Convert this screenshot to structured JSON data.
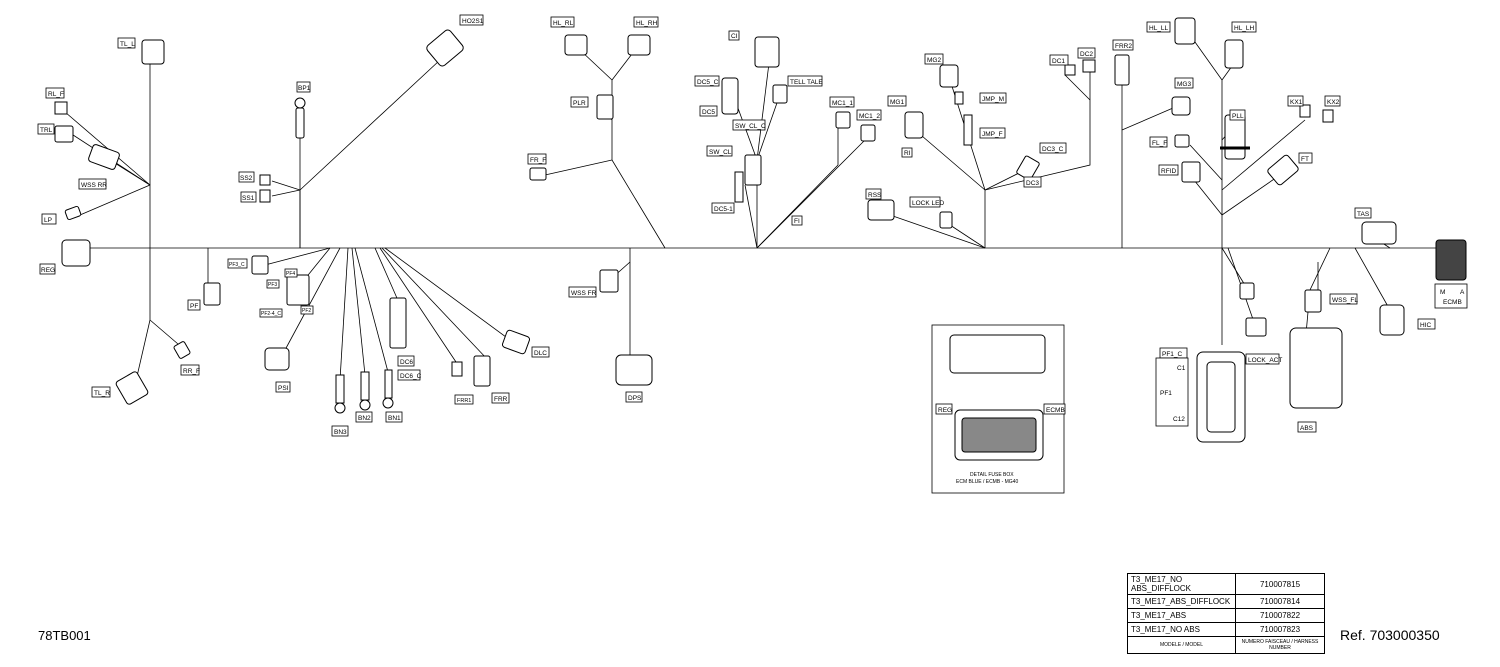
{
  "figure_code": "78TB001",
  "reference": {
    "label": "Ref.",
    "number": "703000350"
  },
  "connectors": {
    "tl_l": "TL_L",
    "rl_f": "RL_F",
    "trl": "TRL",
    "wss_rr": "WSS RR",
    "lp": "LP",
    "reg": "REG",
    "pf": "PF",
    "rr_f": "RR_F",
    "tl_r": "TL_R",
    "ho2s1": "HO2S1",
    "bp1": "BP1",
    "ss2": "SS2",
    "ss1": "SS1",
    "pf3_c": "PF3_C",
    "pf4": "PF4",
    "pf3": "PF3",
    "pf2_4_c": "PF2-4_C",
    "pf2": "PF2",
    "psi": "PSI",
    "bn3": "BN3",
    "bn2": "BN2",
    "bn1": "BN1",
    "dc6": "DC6",
    "dc6_c": "DC6_C",
    "frr1": "FRR1",
    "frr": "FRR",
    "dlc": "DLC",
    "hl_rl": "HL_RL",
    "hl_rh": "HL_RH",
    "plr": "PLR",
    "fr_f": "FR_F",
    "wss_fr": "WSS FR",
    "dps": "DPS",
    "ci": "CI",
    "dc5_c": "DC5_C",
    "dc5": "DC5",
    "tell_tale": "TELL TALE",
    "sw_cl_c": "SW_CL_C",
    "sw_cl": "SW_CL",
    "dc5_1": "DC5-1",
    "fi": "FI",
    "mc1_1": "MC1_1",
    "mc1_2": "MC1_2",
    "mg1": "MG1",
    "mg2": "MG2",
    "ri": "RI",
    "jmp_m": "JMP_M",
    "jmp_f": "JMP_F",
    "dc1": "DC1",
    "dc2": "DC2",
    "dc3_c": "DC3_C",
    "dc3": "DC3",
    "rss": "RSS",
    "lock_led": "LOCK LED",
    "frr2": "FRR2",
    "hl_ll": "HL_LL",
    "hl_lh": "HL_LH",
    "mg3": "MG3",
    "pll": "PLL",
    "kx1": "KX1",
    "kx2": "KX2",
    "fl_f": "FL_F",
    "rfid": "RFID",
    "ft": "FT",
    "tas": "TAS",
    "ecmb": "ECMB",
    "m": "M",
    "a": "A",
    "wss_fl": "WSS_FL",
    "hic": "HIC",
    "lock_act": "LOCK_ACT",
    "abs": "ABS",
    "pf1_c": "PF1_C",
    "pf1": "PF1",
    "c1": "C1",
    "c12": "C12"
  },
  "detail": {
    "reg": "REG",
    "ecmb": "ECMB",
    "caption_line1": "DETAIL FUSE BOX",
    "caption_line2": "ECM BLUE / ECMB - MG40"
  },
  "part_table": {
    "rows": [
      {
        "model": "T3_ME17_NO ABS_DIFFLOCK",
        "number": "710007815"
      },
      {
        "model": "T3_ME17_ABS_DIFFLOCK",
        "number": "710007814"
      },
      {
        "model": "T3_ME17_ABS",
        "number": "710007822"
      },
      {
        "model": "T3_ME17_NO ABS",
        "number": "710007823"
      }
    ],
    "header_model": "MODELE / MODEL",
    "header_number": "NUMERO FAISCEAU / HARNESS NUMBER"
  }
}
